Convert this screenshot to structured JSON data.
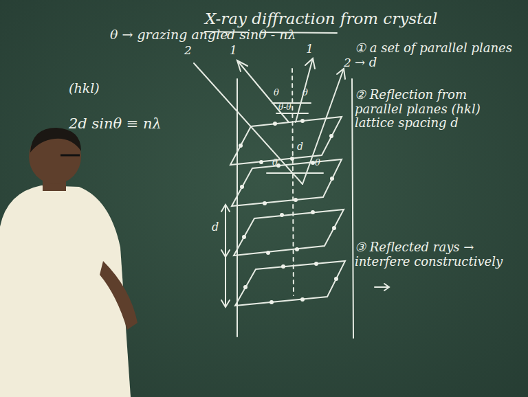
{
  "diagram": {
    "title": "X-ray diffraction from crystal",
    "labels": [
      "θ → grazing angle",
      "d sinθ - nλ",
      "(hkl)",
      "2d sinθ ≡ nλ",
      "2",
      "1",
      "1",
      "2",
      "① a set of parallel planes → d",
      "② Reflection from parallel planes (hkl) lattice spacing d",
      "③ Reflected rays → interfere constructively",
      "θ",
      "θ",
      "θ-θ",
      "d",
      "θ",
      "θ",
      "d"
    ]
  }
}
